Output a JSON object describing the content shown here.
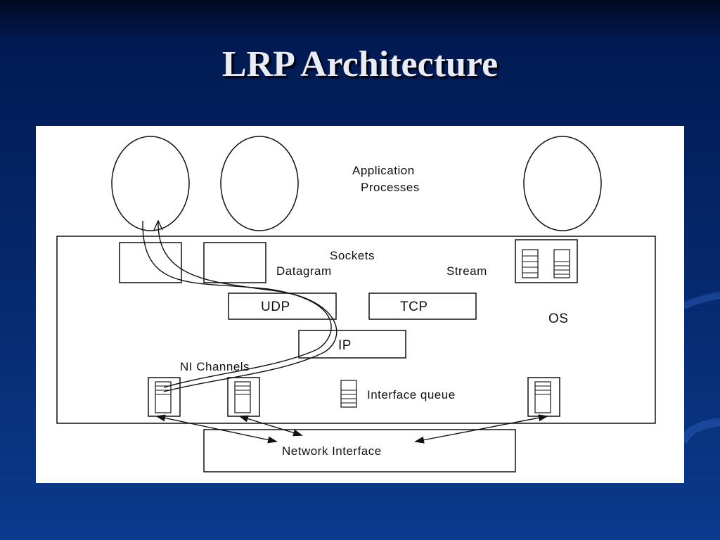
{
  "slide": {
    "title": "LRP Architecture"
  },
  "diagram": {
    "application_label_1": "Application",
    "application_label_2": "Processes",
    "sockets_label": "Sockets",
    "datagram_label": "Datagram",
    "stream_label": "Stream",
    "udp_label": "UDP",
    "tcp_label": "TCP",
    "os_label": "OS",
    "ip_label": "IP",
    "ni_channels_label": "NI Channels",
    "interface_queue_label": "Interface queue",
    "network_interface_label": "Network Interface"
  }
}
